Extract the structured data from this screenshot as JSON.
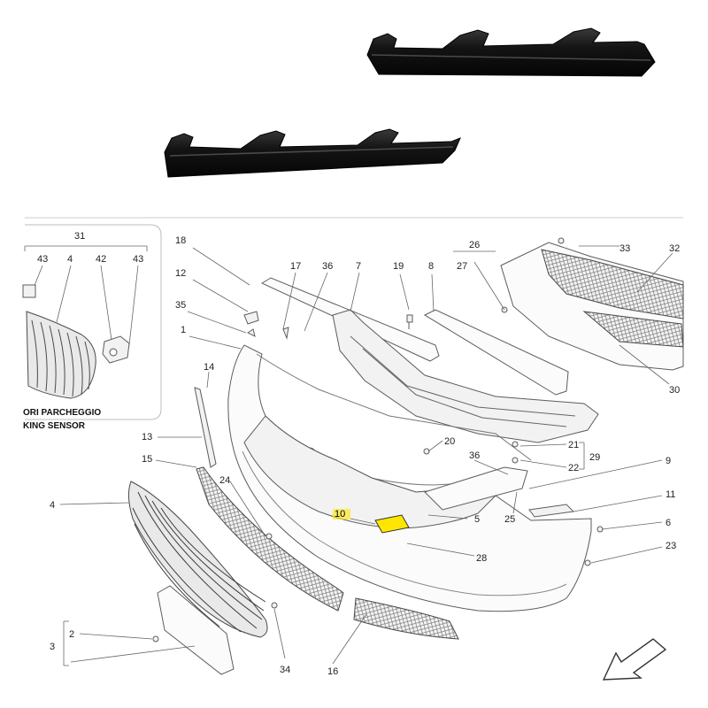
{
  "inset": {
    "group_label": "31",
    "labels": [
      "43",
      "4",
      "42",
      "43"
    ],
    "caption_line1": "ORI PARCHEGGIO",
    "caption_line2": "KING SENSOR"
  },
  "callouts": {
    "c1": "1",
    "c2": "2",
    "c3": "3",
    "c4": "4",
    "c5": "5",
    "c6": "6",
    "c7": "7",
    "c8": "8",
    "c9": "9",
    "c10": "10",
    "c11": "11",
    "c12": "12",
    "c13": "13",
    "c14": "14",
    "c15": "15",
    "c16": "16",
    "c17": "17",
    "c18": "18",
    "c19": "19",
    "c20": "20",
    "c21": "21",
    "c22": "22",
    "c23": "23",
    "c24": "24",
    "c25": "25",
    "c26": "26",
    "c27": "27",
    "c28": "28",
    "c29": "29",
    "c30": "30",
    "c32": "32",
    "c33": "33",
    "c34": "34",
    "c35": "35",
    "c36a": "36",
    "c36b": "36"
  },
  "highlight": {
    "part_number": "10",
    "color": "#ffe600"
  },
  "colors": {
    "trim_black": "#141414",
    "line": "#5c5c5c"
  },
  "icons": {
    "direction": "arrow-down-left-icon"
  }
}
